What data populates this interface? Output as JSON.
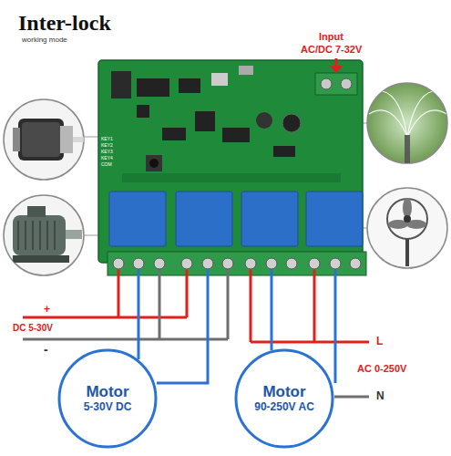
{
  "diagram": {
    "title": "Inter-lock",
    "nodes": [
      {
        "text": [
          "Motor",
          "5-30V DC"
        ]
      },
      {
        "text": [
          "Motor",
          "90-250V AC"
        ]
      }
    ],
    "labels": [
      "working mode",
      "Input",
      "AC/DC 7-32V",
      "+",
      "-",
      "DC 5-30V",
      "L",
      "AC 0-250V",
      "N",
      "KEY1",
      "KEY2",
      "KEY3",
      "KEY4",
      "COM"
    ]
  }
}
